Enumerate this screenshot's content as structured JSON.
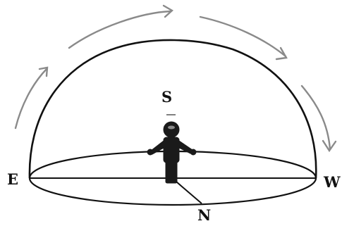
{
  "diagram": {
    "labels": {
      "south": "S",
      "east": "E",
      "west": "W",
      "north": "N"
    },
    "elements": {
      "dome": "hemispherical-sky-dome",
      "horizon": "horizon-ellipse",
      "observer": "standing-person",
      "sun_path_arrows": 4
    },
    "colors": {
      "ink": "#111111",
      "arrow": "#8a8a8a",
      "figure": "#1a1a1a"
    }
  }
}
